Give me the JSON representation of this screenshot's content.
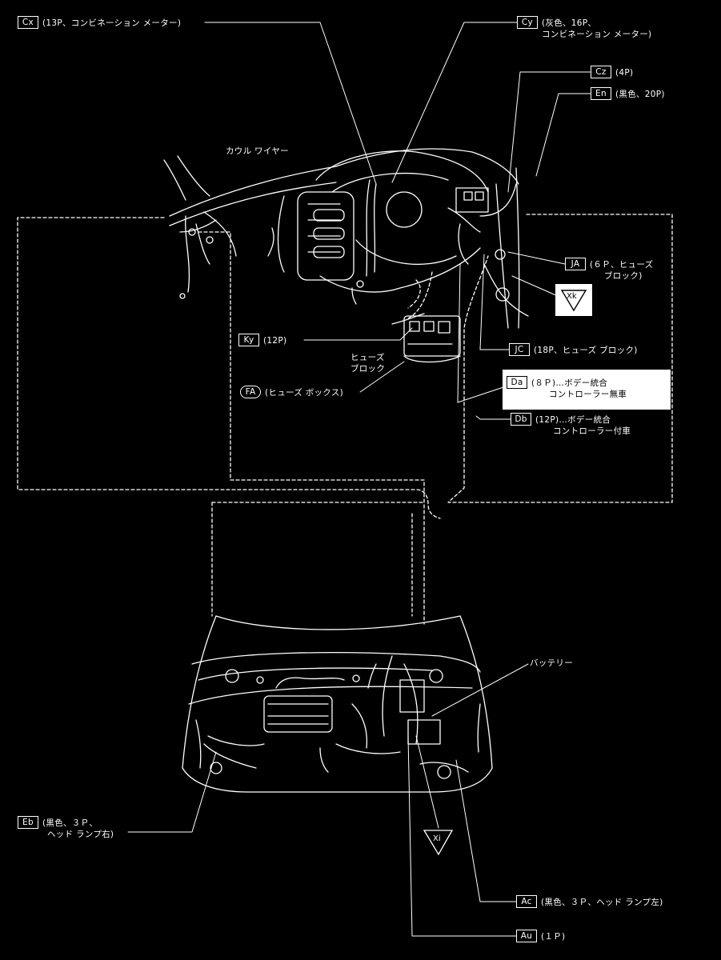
{
  "connectors": {
    "Cx": {
      "code": "Cx",
      "desc": "(13P、コンビネーション メーター)"
    },
    "Cy": {
      "code": "Cy",
      "desc_line1": "(灰色、16P、",
      "desc_line2": "コンビネーション メーター)"
    },
    "Cz": {
      "code": "Cz",
      "desc": "(4P)"
    },
    "En": {
      "code": "En",
      "desc": "(黒色、20P)"
    },
    "JA": {
      "code": "JA",
      "desc_line1": "(６Ｐ、ヒューズ",
      "desc_line2": "ブロック)"
    },
    "Ky": {
      "code": "Ky",
      "desc": "(12P)"
    },
    "FA": {
      "code": "FA",
      "desc": "(ヒューズ ボックス)"
    },
    "JC": {
      "code": "JC",
      "desc": "(18P、ヒューズ ブロック)"
    },
    "Da": {
      "code": "Da",
      "desc_line1": "(８Ｐ)…ボデー統合",
      "desc_line2": "コントローラー無車"
    },
    "Db": {
      "code": "Db",
      "desc_line1": "(12P)…ボデー統合",
      "desc_line2": "コントローラー付車"
    },
    "Eb": {
      "code": "Eb",
      "desc_line1": "(黒色、３Ｐ、",
      "desc_line2": "ヘッド ランプ右)"
    },
    "Ac": {
      "code": "Ac",
      "desc": "(黒色、３Ｐ、ヘッド ランプ左)"
    },
    "Au": {
      "code": "Au",
      "desc": "(１Ｐ)"
    }
  },
  "labels": {
    "cowl_wire": "カウル ワイヤー",
    "fuse_block_line1": "ヒューズ",
    "fuse_block_line2": "ブロック",
    "battery": "バッテリー"
  },
  "grounds": {
    "Xk": "Xk",
    "Xi": "Xi"
  },
  "colors": {
    "background": "#000000",
    "line": "#ffffff",
    "highlight": "#ffffff"
  }
}
